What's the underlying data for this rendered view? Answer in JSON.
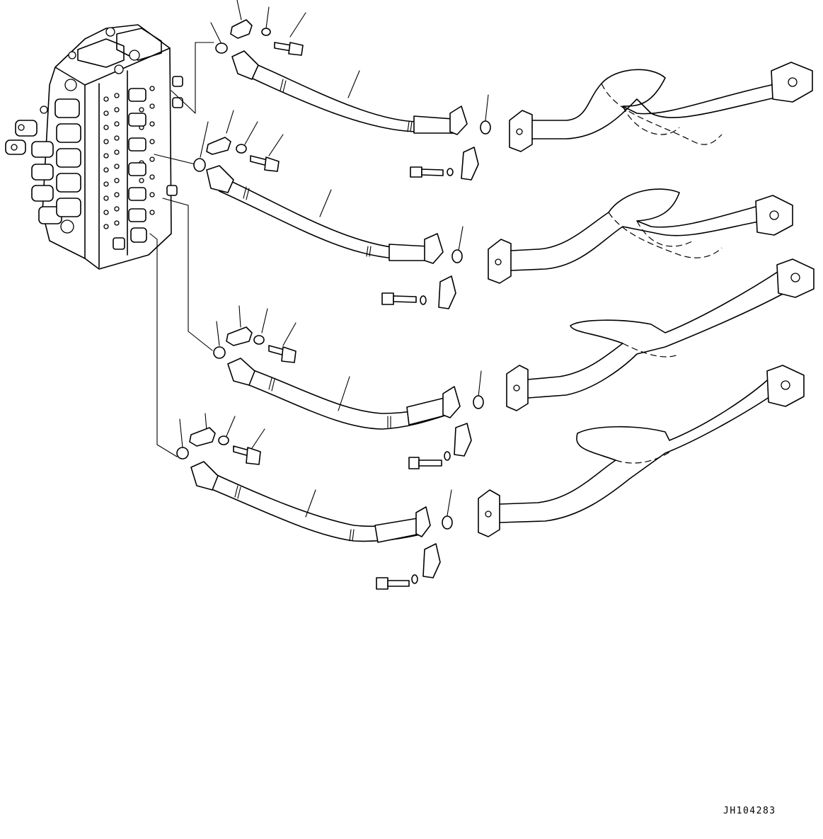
{
  "drawing": {
    "code": "JH104283",
    "line_color": "#000000",
    "background_color": "#ffffff",
    "hose_lines": [
      {
        "id": "hose-line-1",
        "parts": [
          "o-ring",
          "split-flange",
          "washer",
          "bolt",
          "hose",
          "o-ring",
          "split-flange",
          "washer",
          "bolt",
          "tube"
        ]
      },
      {
        "id": "hose-line-2",
        "parts": [
          "o-ring",
          "split-flange",
          "washer",
          "bolt",
          "hose",
          "o-ring",
          "split-flange",
          "washer",
          "bolt",
          "tube"
        ]
      },
      {
        "id": "hose-line-3",
        "parts": [
          "o-ring",
          "split-flange",
          "washer",
          "bolt",
          "hose",
          "o-ring",
          "split-flange",
          "washer",
          "bolt",
          "tube"
        ]
      },
      {
        "id": "hose-line-4",
        "parts": [
          "o-ring",
          "split-flange",
          "washer",
          "bolt",
          "hose",
          "o-ring",
          "split-flange",
          "washer",
          "bolt",
          "tube"
        ]
      }
    ]
  }
}
